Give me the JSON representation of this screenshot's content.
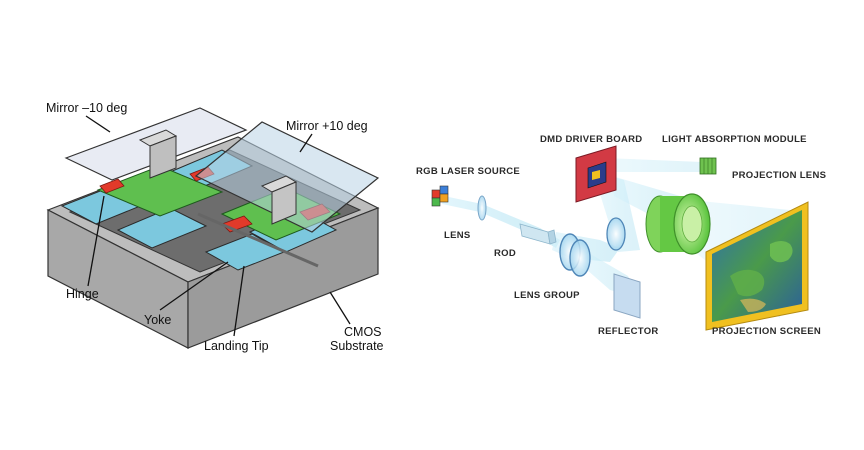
{
  "dmd": {
    "labels": {
      "mirror_minus": "Mirror –10 deg",
      "mirror_plus": "Mirror +10 deg",
      "hinge": "Hinge",
      "yoke": "Yoke",
      "landing_tip": "Landing Tip",
      "cmos_line1": "CMOS",
      "cmos_line2": "Substrate"
    }
  },
  "projector": {
    "labels": {
      "rgb_laser_source": "RGB LASER SOURCE",
      "lens": "LENS",
      "rod": "ROD",
      "lens_group": "LENS GROUP",
      "reflector": "REFLECTOR",
      "dmd_driver_board": "DMD DRIVER BOARD",
      "light_absorption_module": "LIGHT ABSORPTION MODULE",
      "projection_lens": "PROJECTION LENS",
      "projection_screen": "PROJECTION SCREEN"
    }
  },
  "colors": {
    "substrate": "#b9b9b9",
    "mirror_panel": "#dfe6ef",
    "cyan_part": "#78c7dd",
    "green_part": "#5fbf4f",
    "red_part": "#e23a2a",
    "beam": "#b9e6f2",
    "screen_frame": "#f0c020"
  }
}
